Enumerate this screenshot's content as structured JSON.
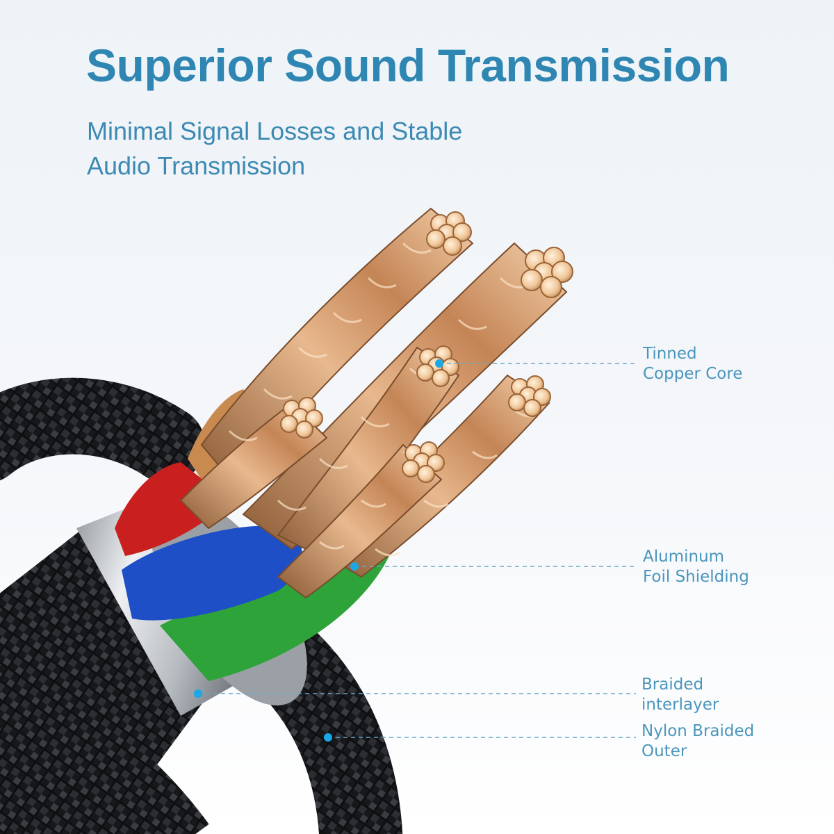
{
  "headline": "Superior Sound Transmission",
  "subheadline": {
    "line1": "Minimal Signal Losses and Stable",
    "line2": "Audio Transmission"
  },
  "callouts": [
    {
      "line1": "Tinned",
      "line2": "Copper Core"
    },
    {
      "line1": "Aluminum",
      "line2": "Foil Shielding"
    },
    {
      "line1": "Braided",
      "line2": "interlayer"
    },
    {
      "line1": "Nylon Braided",
      "line2": "Outer"
    }
  ],
  "colors": {
    "headline": "#2f86b2",
    "callout_text": "#4a95bd",
    "callout_dot": "#1aa8e6",
    "copper": "#d9a273",
    "jacket_red": "#c9201f",
    "jacket_blue": "#1f4fc6",
    "jacket_green": "#2da33a",
    "sleeve": "#c4c9ce",
    "braid": "#1c1d20"
  }
}
